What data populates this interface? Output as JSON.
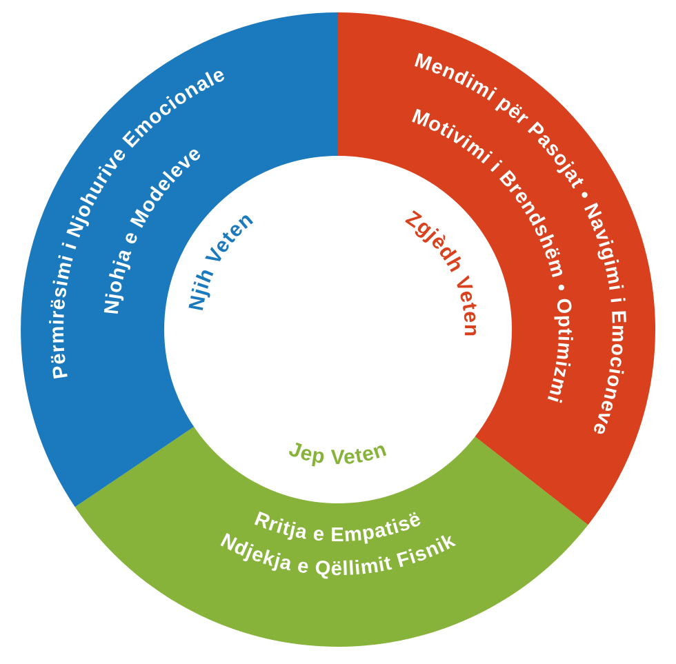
{
  "colors": {
    "blue": "#1b79bd",
    "red": "#d9411e",
    "green": "#87b33a",
    "ring_text": "#ffffff",
    "background": "#ffffff"
  },
  "segments": {
    "know_yourself": {
      "center_label": "Njih Veten",
      "arc_line_1": "Përmirësimi i Njohurive Emocionale",
      "arc_line_2": "Njohja e Modeleve"
    },
    "choose_yourself": {
      "center_label": "Zgjèdh Veten",
      "arc_line_1": "Mendimi për Pasojat • Navigimi i Emocioneve",
      "arc_line_2": "Motivimi i Brendshëm • Optimizmi"
    },
    "give_yourself": {
      "center_label": "Jep Veten",
      "arc_line_1": "Rritja e Empatisë",
      "arc_line_2": "Ndjekja e Qëllimit Fisnik"
    }
  }
}
